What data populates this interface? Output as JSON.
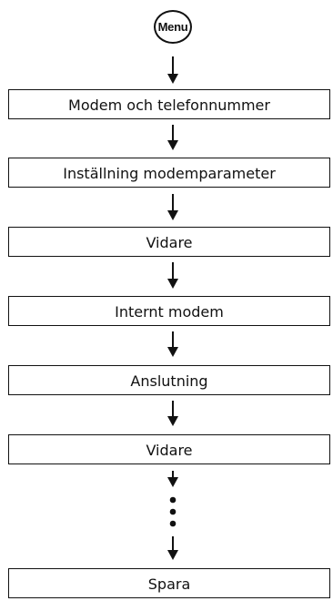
{
  "menu": {
    "label": "Menu"
  },
  "steps": [
    "Modem och telefonnummer",
    "Inställning modemparameter",
    "Vidare",
    "Internt modem",
    "Anslutning",
    "Vidare",
    "Spara"
  ],
  "colors": {
    "line": "#111111",
    "background": "#ffffff"
  },
  "icons": [
    "arrow-down-icon",
    "ellipsis-vertical-icon"
  ]
}
